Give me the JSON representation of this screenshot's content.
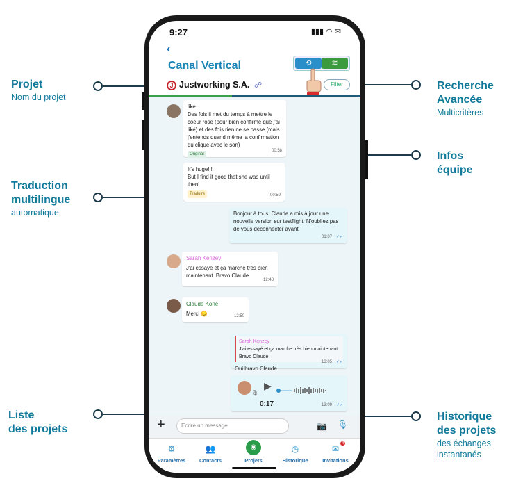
{
  "status": {
    "time": "9:27"
  },
  "header": {
    "back_icon": "chevron-left-icon",
    "title": "Canal Vertical",
    "project_name": "Justworking S.A.",
    "filter_label": "Filter"
  },
  "messages": [
    {
      "text": "like\nDes fois il met du temps à mettre le coeur rose (pour bien confirmé que j'ai liké) et des fois rien ne se passe (mais j'entends quand même la confirmation du clique avec le son)",
      "badge": "Original",
      "time": "00:58"
    },
    {
      "text": "It's huge!!!\nBut I find it good that she was until then!",
      "badge": "Traduire",
      "time": "00:59"
    },
    {
      "text": "Bonjour à tous, Claude a mis à jour une nouvelle version sur testflight. N'oubliez pas de vous déconnecter  avant.",
      "time": "01:07"
    },
    {
      "name": "Sarah Kenzey",
      "text": "J'ai essayé et ça marche très bien maintenant. Bravo Claude",
      "time": "12:48"
    },
    {
      "name": "Claude Koné",
      "text": "Merci  😊",
      "time": "12:50"
    },
    {
      "quote_name": "Sarah Kenzey",
      "quote_text": "J'ai essayé et ça marche très bien maintenant. Bravo Claude",
      "text": "Oui bravo Claude",
      "time": "13:05"
    },
    {
      "voice_duration": "0:17",
      "time": "13:09"
    }
  ],
  "composer": {
    "placeholder": "Ecrire un message"
  },
  "tabs": [
    {
      "label": "Paramètres",
      "icon": "gear-icon"
    },
    {
      "label": "Contacts",
      "icon": "people-icon"
    },
    {
      "label": "Projets",
      "icon": "projects-icon"
    },
    {
      "label": "Historique",
      "icon": "clock-icon"
    },
    {
      "label": "Invitations",
      "icon": "mail-icon",
      "badge": "4"
    }
  ],
  "annotations": {
    "projet": {
      "title": "Projet",
      "sub": "Nom du projet"
    },
    "traduction": {
      "title1": "Traduction",
      "title2": "multilingue",
      "sub": "automatique"
    },
    "liste": {
      "title1": "Liste",
      "title2": "des projets"
    },
    "recherche": {
      "title1": "Recherche",
      "title2": "Avancée",
      "sub": "Multicritères"
    },
    "infos": {
      "title1": "Infos",
      "title2": "équipe"
    },
    "historique": {
      "title1": "Historique",
      "title2": "des projets",
      "sub1": "des échanges",
      "sub2": "instantanés"
    }
  }
}
